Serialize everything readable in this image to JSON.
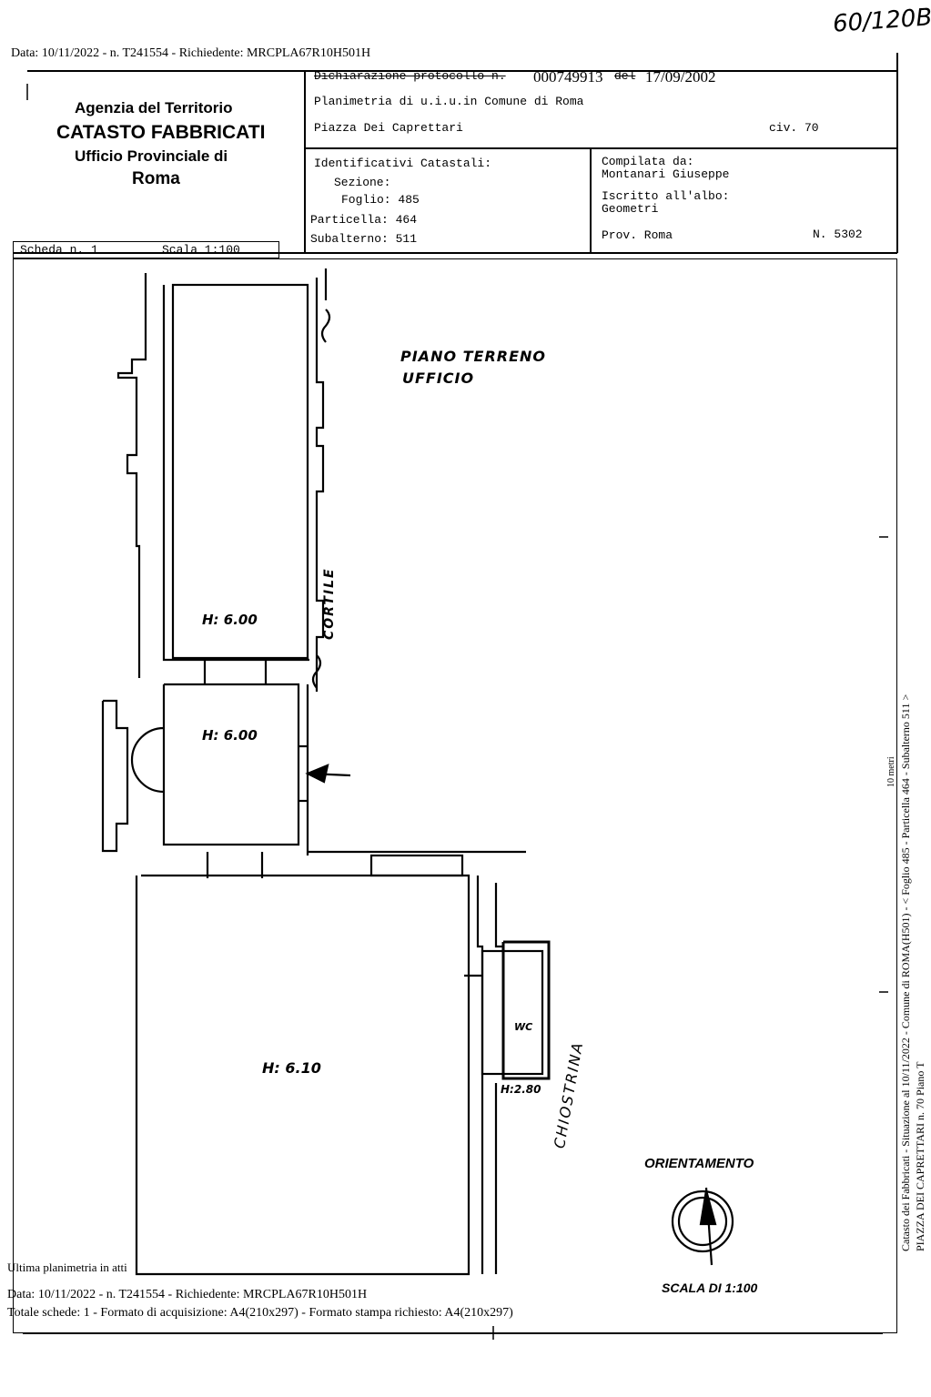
{
  "handwritten_ref": "60/120B",
  "header_top": "Data: 10/11/2022 - n. T241554 - Richiedente: MRCPLA67R10H501H",
  "agency": {
    "line1": "Agenzia del Territorio",
    "line2": "CATASTO FABBRICATI",
    "line3": "Ufficio Provinciale di",
    "line4": "Roma"
  },
  "declaration": {
    "label": "Dichiarazione protocollo n.",
    "number": "000749913",
    "date_label": "del",
    "date": "17/09/2002"
  },
  "plan_title": "Planimetria di u.i.u.in Comune di Roma",
  "address": "Piazza Dei Caprettari",
  "civic": "civ. 70",
  "identifiers": {
    "title": "Identificativi Catastali:",
    "sezione": "Sezione:",
    "foglio": "Foglio: 485",
    "particella": "Particella: 464",
    "subalterno": "Subalterno: 511"
  },
  "compiled": {
    "label": "Compilata da:",
    "name": "Montanari Giuseppe",
    "albo_label": "Iscritto all'albo:",
    "albo": "Geometri",
    "prov": "Prov. Roma",
    "n": "N.  5302"
  },
  "scheda": "Scheda n. 1",
  "scala": "Scala 1:100",
  "drawing": {
    "floor_label": "PIANO TERRENO",
    "use_label": "UFFICIO",
    "h1": "H: 6.00",
    "h2": "H: 6.00",
    "h3": "H: 6.10",
    "cortile": "CORTILE",
    "wc": "WC",
    "wc_h": "H:2.80",
    "chiostrina": "CHIOSTRINA",
    "orientation": "ORIENTAMENTO",
    "scale_note": "SCALA DI 1:100"
  },
  "side_text": {
    "line1": "Catasto dei Fabbricati - Situazione al 10/11/2022 - Comune di ROMA(H501) - < Foglio 485 - Particella 464 - Subalterno 511 >",
    "line2": "PIAZZA DEI CAPRETTARI n. 70 Piano T",
    "mm": "10 metri"
  },
  "footer": {
    "ultima": "Ultima planimetria in atti",
    "data": "Data: 10/11/2022 - n. T241554 - Richiedente: MRCPLA67R10H501H",
    "totale": "Totale schede: 1 - Formato di acquisizione: A4(210x297)  - Formato stampa richiesto: A4(210x297)"
  }
}
